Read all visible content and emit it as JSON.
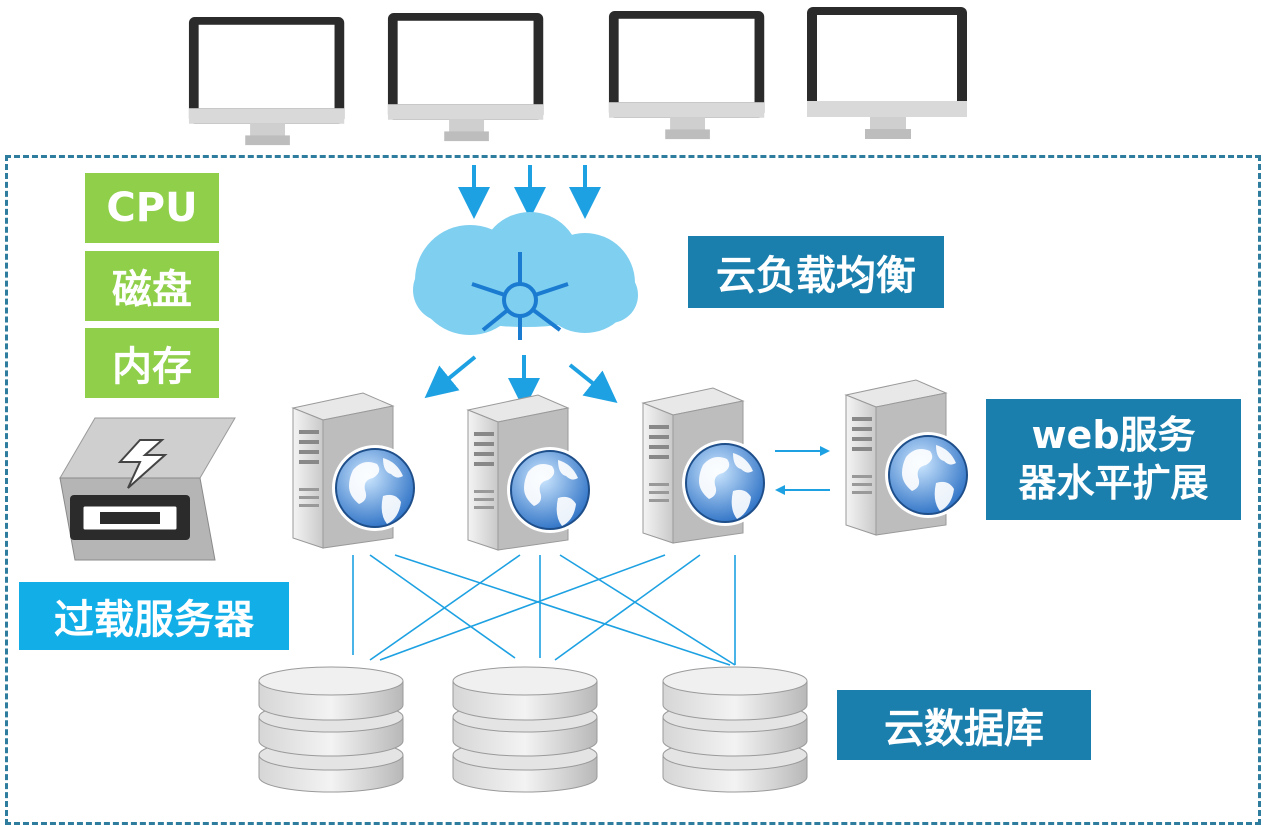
{
  "resources": {
    "cpu": "CPU",
    "disk": "磁盘",
    "memory": "内存"
  },
  "labels": {
    "load_balancer": "云负载均衡",
    "web_scaling_line1": "web服务",
    "web_scaling_line2": "器水平扩展",
    "overloaded_server": "过载服务器",
    "cloud_database": "云数据库"
  },
  "colors": {
    "resource_green": "#8fcf4a",
    "label_blue": "#1b7fae",
    "label_cyan": "#11aee8",
    "arrow_blue": "#1da1e2",
    "cloud_blue": "#7fcff0",
    "frame_dash": "#2e7d9e"
  },
  "icons": {
    "monitor": "monitor-icon",
    "cloud": "cloud-balancer-icon",
    "server": "web-server-icon",
    "overload": "overloaded-server-icon",
    "database": "database-icon"
  }
}
